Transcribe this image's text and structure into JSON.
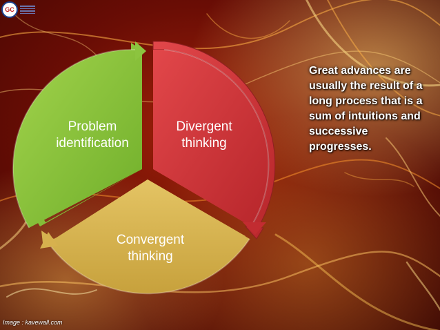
{
  "logo": {
    "mark_text": "GC"
  },
  "cycle": {
    "segments": [
      {
        "id": "problem",
        "lines": [
          "Problem",
          "identification"
        ],
        "color": "#8cc43f"
      },
      {
        "id": "divergent",
        "lines": [
          "Divergent",
          "thinking"
        ],
        "color": "#d3343a"
      },
      {
        "id": "convergent",
        "lines": [
          "Convergent",
          "thinking"
        ],
        "color": "#d7b14e"
      }
    ]
  },
  "quote": {
    "text": "Great advances are usually the result of a long process that is a sum of intuitions and successive progresses."
  },
  "credit": {
    "text": "Image : kavewall.com"
  },
  "colors": {
    "background": "#6a0d05",
    "text": "#ffffff"
  }
}
